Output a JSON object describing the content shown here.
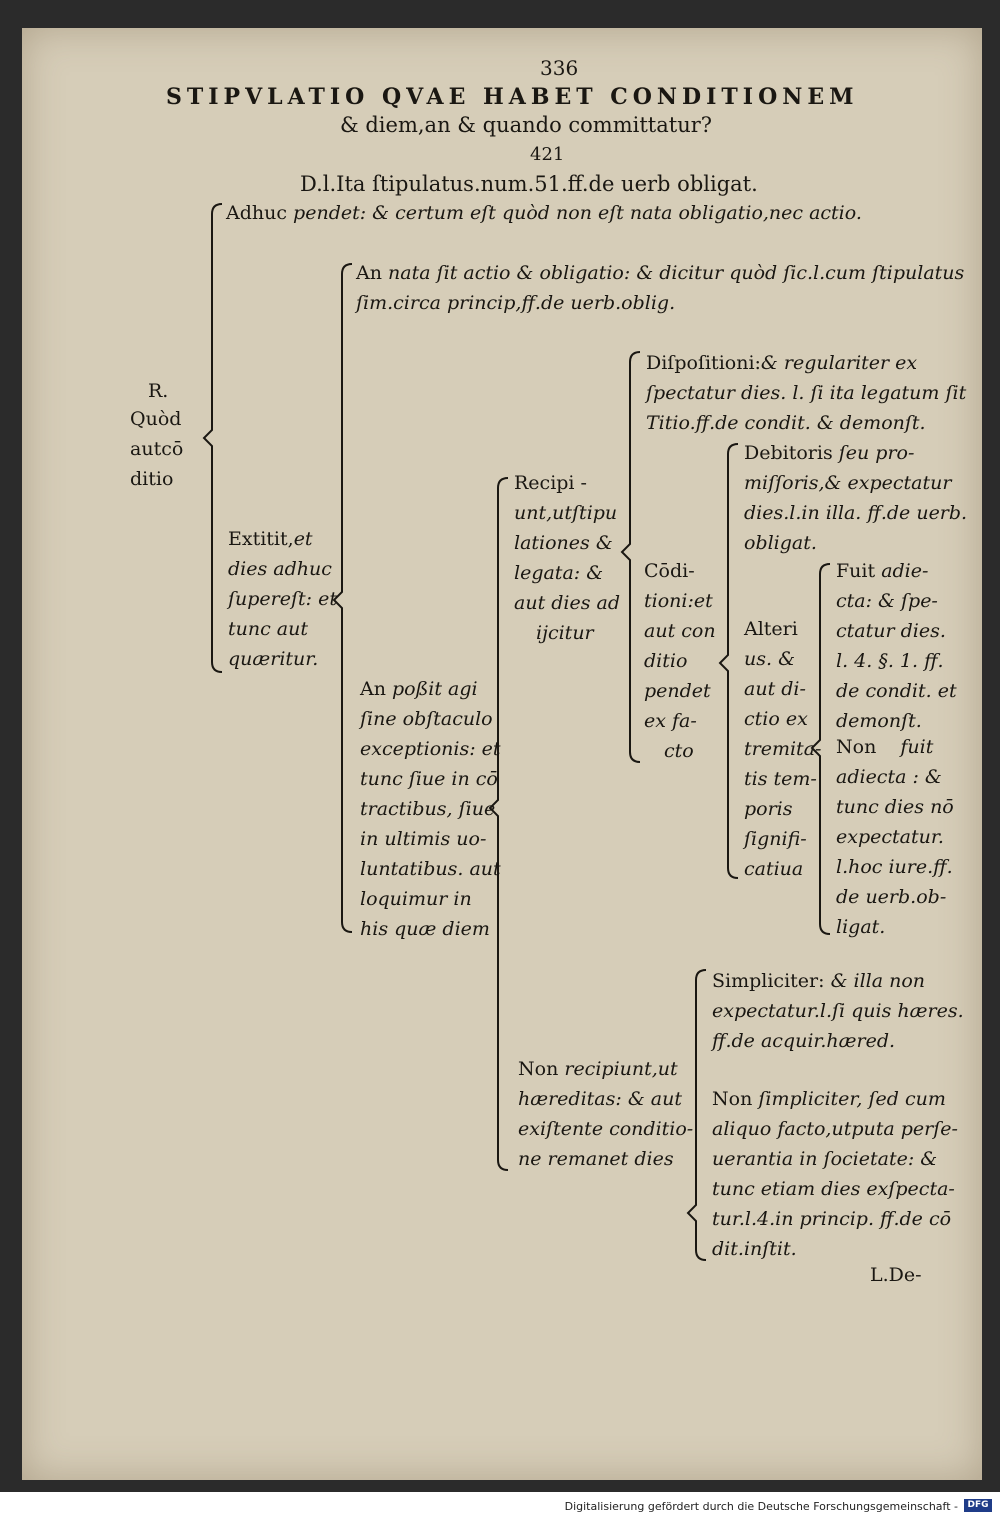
{
  "header": {
    "page_number": "336",
    "title_line1": "STIPVLATIO QVAE HABET CONDITIONEM",
    "title_line2": "& diem,an & quando committatur?",
    "section_number": "421",
    "citation": "D.l.Ita ſtipulatus.num.51.ff.de uerb obligat."
  },
  "tree": {
    "root": [
      "R.",
      "Quòd",
      "autcō",
      "ditio"
    ],
    "adhuc": {
      "lead": "Adhuc",
      "text": "pendet: & certum eſt quòd non eſt nata obligatio,nec actio."
    },
    "an_nata": {
      "lead": "An",
      "line1": "nata ſit actio & obligatio: & dicitur quòd ſic.l.cum ſtipulatus",
      "line2": "ſim.circa princip,ff.de uerb.oblig."
    },
    "extitit": {
      "lead": "Extitit,",
      "lines": [
        "et",
        "dies adhuc",
        "ſupereſt: et",
        "tunc aut",
        "quæritur."
      ]
    },
    "an_possit": {
      "lead": "An",
      "lines": [
        "poßit agi",
        "ſine obſtaculo",
        "exceptionis: et",
        "tunc ſiue in cō",
        "tractibus, ſiue",
        "in ultimis uo-",
        "luntatibus. aut",
        "loquimur in",
        "his quæ diem"
      ]
    },
    "recipiunt": {
      "lead": "Recipi -",
      "lines": [
        "unt,utſtipu",
        "lationes &",
        "legata: &",
        "aut dies ad",
        "ijcitur"
      ]
    },
    "dispositioni": {
      "lead": "Diſpoſitioni:",
      "lines": [
        "& regulariter ex",
        "ſpectatur dies. l. ſi ita legatum ſit",
        "Titio.ff.de condit. & demonſt."
      ]
    },
    "conditioni": {
      "lead": "Cōdi-",
      "lines": [
        "tioni:et",
        "aut con",
        "ditio",
        "pendet",
        "ex fa-",
        "cto"
      ]
    },
    "debitoris": {
      "lead": "Debitoris",
      "lines": [
        "ſeu pro-",
        "miſſoris,& expectatur",
        "dies.l.in illa. ff.de uerb.",
        "obligat."
      ]
    },
    "alterius": {
      "lead": "Alteri",
      "lines": [
        "us. &",
        "aut di-",
        "ctio ex",
        "tremita-",
        "tis tem-",
        "poris",
        "ſignifi-",
        "catiua"
      ]
    },
    "fuit": {
      "lead": "Fuit",
      "lines": [
        "adie-",
        "cta: & ſpe-",
        "ctatur dies.",
        "l. 4. §. 1. ff.",
        "de condit. et",
        "demonſt."
      ]
    },
    "non_fuit": {
      "lead": "Non",
      "lines": [
        "fuit",
        "adiecta : &",
        "tunc dies nō",
        "expectatur.",
        "l.hoc iure.ff.",
        "de uerb.ob-",
        "ligat."
      ]
    },
    "non_recipiunt": {
      "lead": "Non",
      "lines": [
        "recipiunt,ut",
        "hæreditas: & aut",
        "exiſtente conditio-",
        "ne remanet dies"
      ]
    },
    "simpliciter": {
      "lead": "Simpliciter:",
      "lines": [
        "& illa non",
        "expectatur.l.ſi quis hæres.",
        "ff.de acquir.hæred."
      ]
    },
    "non_simpliciter": {
      "lead": "Non",
      "lines": [
        "ſimpliciter, ſed cum",
        "aliquo facto,utputa perſe-",
        "uerantia in ſocietate: &",
        "tunc etiam dies exſpecta-",
        "tur.l.4.in princip. ff.de cō",
        "dit.inſtit."
      ]
    },
    "catchword": "L.De-"
  },
  "footer": {
    "credit": "Digitalisierung gefördert durch die Deutsche Forschungsgemeinschaft -",
    "logo": "DFG"
  }
}
